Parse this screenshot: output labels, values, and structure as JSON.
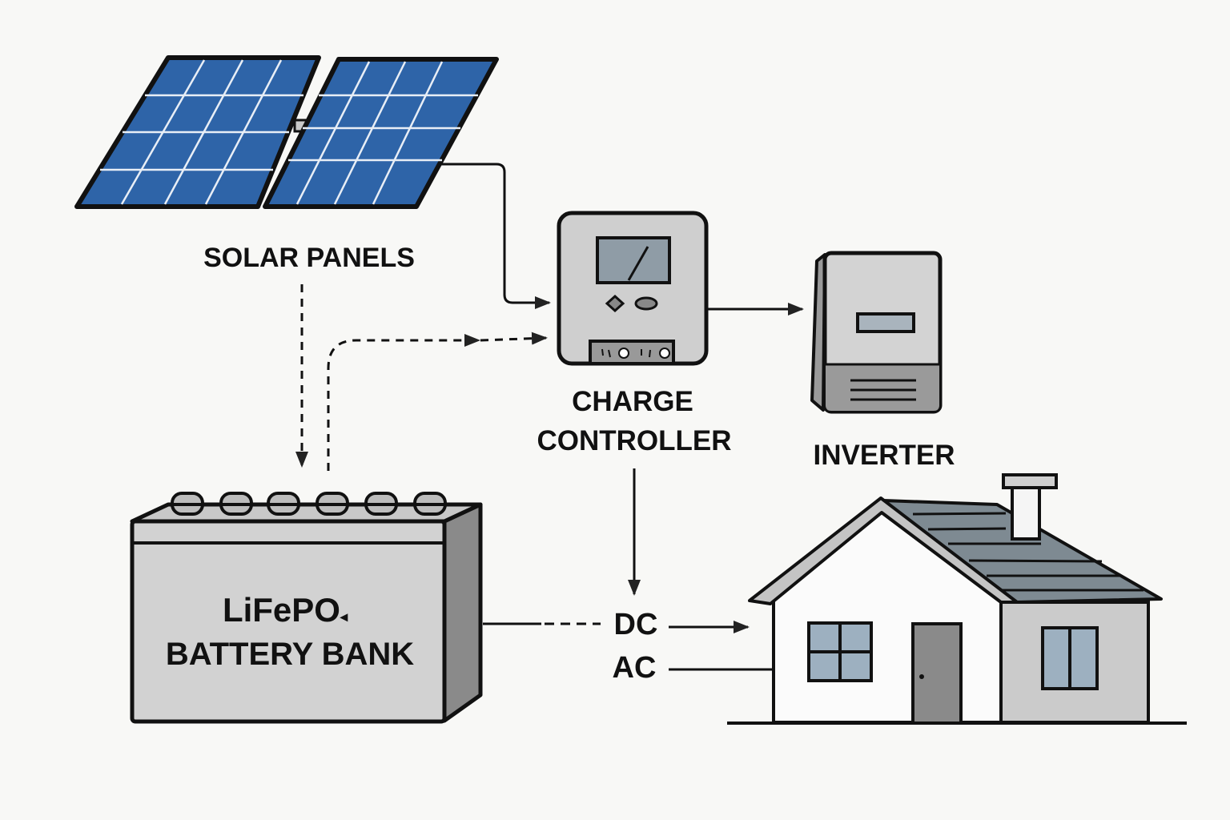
{
  "diagram": {
    "type": "solar power system",
    "labels": {
      "solar_panels": "SOLAR PANELS",
      "charge_controller_line1": "CHARGE",
      "charge_controller_line2": "CONTROLLER",
      "inverter": "INVERTER",
      "battery_line1": "LiFePO",
      "battery_subscript_glyph": "◂",
      "battery_line2": "BATTERY BANK",
      "dc": "DC",
      "ac": "AC"
    },
    "colors": {
      "panel_blue": "#2e64a8",
      "device_gray": "#cfcfcf",
      "screen_gray": "#8f9ca6",
      "roof_gray": "#7e8a92",
      "window_blue": "#9db0c0",
      "door_gray": "#8a8a8a",
      "line": "#111111"
    },
    "connections": [
      {
        "from": "solar_panels",
        "to": "charge_controller",
        "style": "solid"
      },
      {
        "from": "solar_panels",
        "to": "battery_bank",
        "style": "dashed"
      },
      {
        "from": "battery_bank",
        "to": "charge_controller",
        "style": "dashed"
      },
      {
        "from": "charge_controller",
        "to": "inverter",
        "style": "solid"
      },
      {
        "from": "charge_controller",
        "to": "dc",
        "style": "solid"
      },
      {
        "from": "battery_bank",
        "to": "dc",
        "style": "dashed"
      },
      {
        "from": "dc",
        "to": "house",
        "style": "solid"
      },
      {
        "from": "ac",
        "to": "house",
        "style": "solid"
      }
    ]
  }
}
